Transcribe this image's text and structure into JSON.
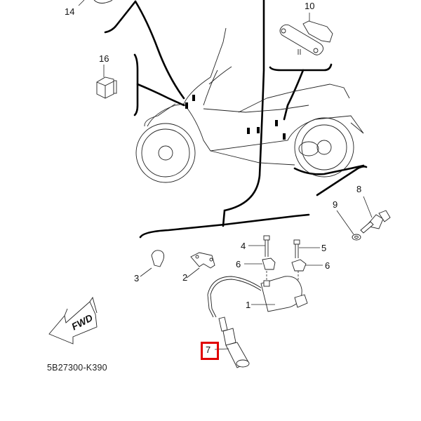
{
  "diagram": {
    "title": "Ignition coil / electrical parts exploded view",
    "catalog_code": "5B27300-K390",
    "direction_label": "FWD",
    "highlight_color": "#e00000",
    "highlighted_part": "7",
    "callouts": [
      {
        "id": "14",
        "label": "14",
        "part": "connector"
      },
      {
        "id": "16",
        "label": "16",
        "part": "relay-unit"
      },
      {
        "id": "10",
        "label": "10",
        "part": "connector-with-bracket"
      },
      {
        "id": "8",
        "label": "8",
        "part": "temperature-sensor"
      },
      {
        "id": "9",
        "label": "9",
        "part": "gasket"
      },
      {
        "id": "4",
        "label": "4",
        "part": "bolt"
      },
      {
        "id": "5",
        "label": "5",
        "part": "bolt"
      },
      {
        "id": "6a",
        "label": "6",
        "part": "nut"
      },
      {
        "id": "6b",
        "label": "6",
        "part": "nut"
      },
      {
        "id": "3",
        "label": "3",
        "part": "clamp"
      },
      {
        "id": "2",
        "label": "2",
        "part": "bracket"
      },
      {
        "id": "1",
        "label": "1",
        "part": "ignition-coil"
      },
      {
        "id": "7",
        "label": "7",
        "part": "spark-plug-cap"
      }
    ]
  }
}
